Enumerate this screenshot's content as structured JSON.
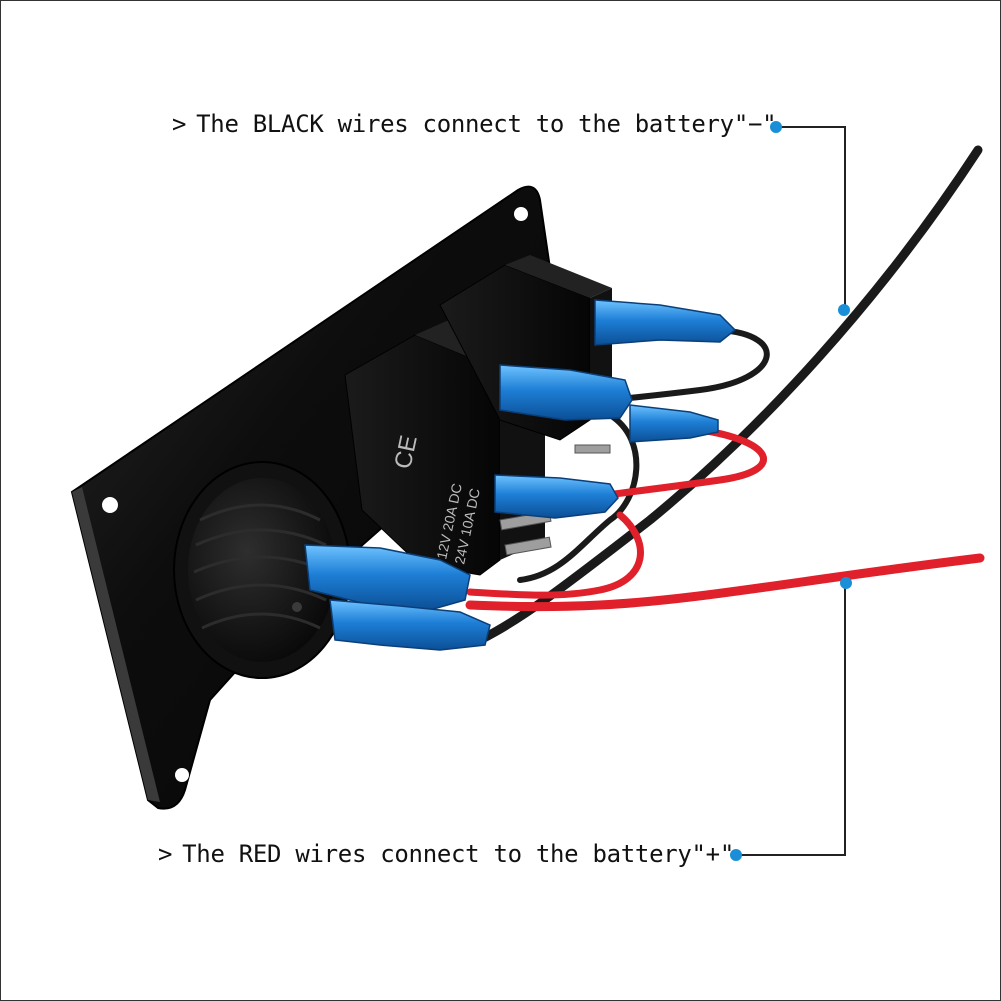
{
  "captions": {
    "black": "The BLACK wires connect to the battery\"−\"",
    "red": "The RED wires connect to the battery\"+\""
  },
  "bullet_glyph": ">",
  "switch_print": {
    "ratings_line1": "12V  20A  DC",
    "ratings_line2": "24V  10A  DC",
    "mark": "CE"
  },
  "colors": {
    "callout_dot": "#1a8fd8",
    "callout_line": "#222222",
    "red_wire": "#e0202a",
    "black_wire": "#1a1a1a",
    "terminal": "#1e7fd6",
    "panel": "#0d0d0d"
  },
  "icons": [
    "callout-dot",
    "chevron-right"
  ]
}
